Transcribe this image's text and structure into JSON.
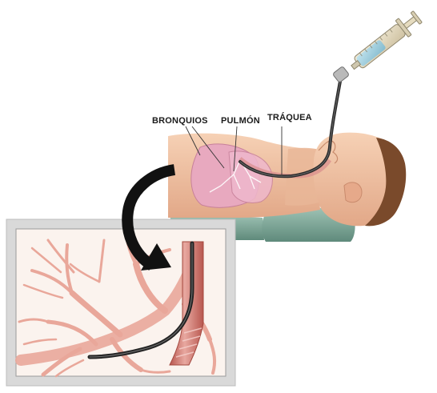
{
  "labels": {
    "bronquios": "BRONQUIOS",
    "pulmon": "PULMÓN",
    "traquea": "TRÁQUEA"
  },
  "icons": {
    "syringe": "syringe-icon",
    "arrow": "curved-arrow-icon"
  },
  "colors": {
    "skin": "#f2c3a2",
    "skin_shadow": "#dba184",
    "lung": "#e8a9bf",
    "pillow": "#7fa99a",
    "hair": "#7a4a2b",
    "tube": "#2b2b2b",
    "bronchi": "#e9a79a",
    "frame": "#d9d9d9"
  }
}
